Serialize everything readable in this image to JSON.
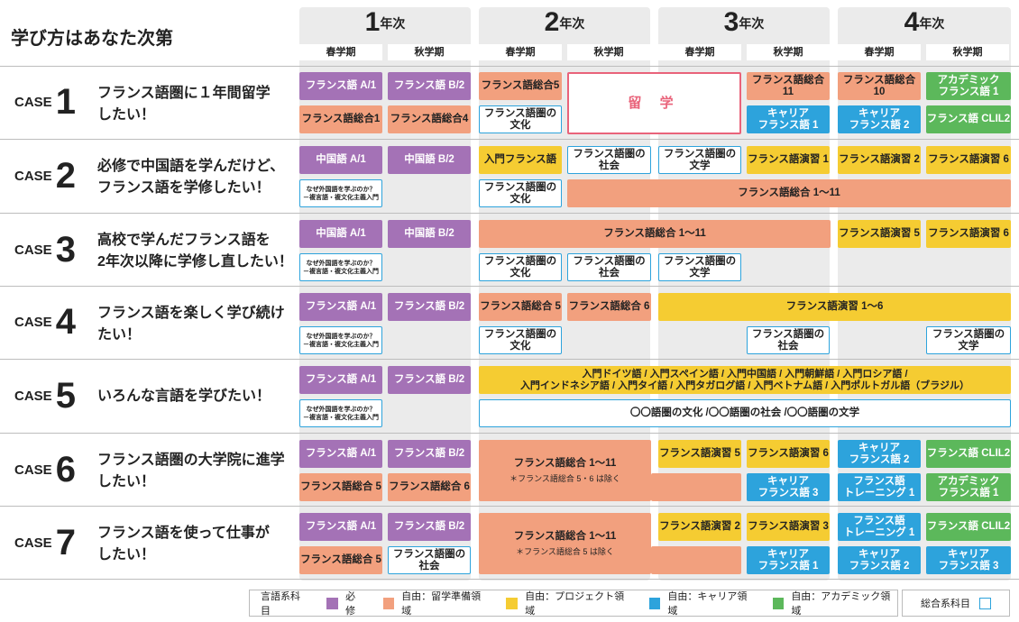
{
  "title": "学び方はあなた次第",
  "year_suffix": "年次",
  "years": [
    "1",
    "2",
    "3",
    "4"
  ],
  "sem_spring": "春学期",
  "sem_fall": "秋学期",
  "case_word": "CASE",
  "cases": [
    {
      "num": "1",
      "text": "フランス語圏に１年間留学\nしたい！"
    },
    {
      "num": "2",
      "text": "必修で中国語を学んだけど、\nフランス語を学修したい！"
    },
    {
      "num": "3",
      "text": "高校で学んだフランス語を\n2年次以降に学修し直したい！"
    },
    {
      "num": "4",
      "text": "フランス語を楽しく学び続け\nたい！"
    },
    {
      "num": "5",
      "text": "いろんな言語を学びたい！"
    },
    {
      "num": "6",
      "text": "フランス語圏の大学院に進学\nしたい！"
    },
    {
      "num": "7",
      "text": "フランス語を使って仕事が\nしたい！"
    }
  ],
  "cells": [
    "フランス語 A/1",
    "フランス語 B/2",
    "フランス語総合5",
    "留 学",
    "フランス語総合11",
    "フランス語総合10",
    "アカデミック\nフランス語 1",
    "フランス語総合1",
    "フランス語総合4",
    "フランス語圏の\n文化",
    "キャリア\nフランス語 1",
    "キャリア\nフランス語 2",
    "フランス語 CLIL2",
    "中国語 A/1",
    "中国語 B/2",
    "入門フランス語",
    "フランス語圏の\n社会",
    "フランス語圏の\n文学",
    "フランス語演習 1",
    "フランス語演習 2",
    "フランス語演習 6",
    "なぜ外国語を学ぶのか？\n－複言語・複文化主義入門",
    "フランス語圏の\n文化",
    "フランス語総合 1〜11",
    "中国語 A/1",
    "中国語 B/2",
    "フランス語総合 1〜11",
    "フランス語演習 5",
    "フランス語演習 6",
    "なぜ外国語を学ぶのか？\n－複言語・複文化主義入門",
    "フランス語圏の\n文化",
    "フランス語圏の\n社会",
    "フランス語圏の\n文学",
    "フランス語 A/1",
    "フランス語 B/2",
    "フランス語総合 5",
    "フランス語総合 6",
    "フランス語演習 1〜6",
    "なぜ外国語を学ぶのか？\n－複言語・複文化主義入門",
    "フランス語圏の\n文化",
    "フランス語圏の\n社会",
    "フランス語圏の\n文学",
    "フランス語 A/1",
    "フランス語 B/2",
    "入門ドイツ語 / 入門スペイン語 / 入門中国語 / 入門朝鮮語 / 入門ロシア語 /\n入門インドネシア語 / 入門タイ語 / 入門タガログ語 / 入門ベトナム語 / 入門ポルトガル語（ブラジル）",
    "なぜ外国語を学ぶのか？\n－複言語・複文化主義入門",
    "〇〇語圏の文化 /〇〇語圏の社会 /〇〇語圏の文学",
    "フランス語 A/1",
    "フランス語 B/2",
    "フランス語演習 5",
    "フランス語演習 6",
    "キャリア\nフランス語 2",
    "フランス語 CLIL2",
    "フランス語総合 5",
    "フランス語総合 6",
    "キャリア\nフランス語 3",
    "フランス語\nトレーニング 1",
    "アカデミック\nフランス語 1",
    "フランス語 A/1",
    "フランス語 B/2",
    "フランス語演習 2",
    "フランス語演習 3",
    "フランス語\nトレーニング 1",
    "フランス語 CLIL2",
    "フランス語総合 5",
    "フランス語圏の\n社会",
    "キャリア\nフランス語 1",
    "キャリア\nフランス語 2",
    "キャリア\nフランス語 3"
  ],
  "big6": "フランス語総合 1〜11",
  "big6note": "＊フランス語総合 5・6 は除く",
  "big7": "フランス語総合 1〜11",
  "big7note": "＊フランス語総合 5 は除く",
  "legend": {
    "lang": "言語系科目",
    "req": "必修",
    "prep": "自由：留学準備領域",
    "proj": "自由：プロジェクト領域",
    "career": "自由：キャリア領域",
    "acad": "自由：アカデミック領域",
    "general": "総合系科目"
  },
  "colors": {
    "purple": "#a472b6",
    "orange": "#f2a07e",
    "yellow": "#f5cc32",
    "blue": "#2da3dc",
    "green": "#5cb85b",
    "red": "#e9637a"
  }
}
